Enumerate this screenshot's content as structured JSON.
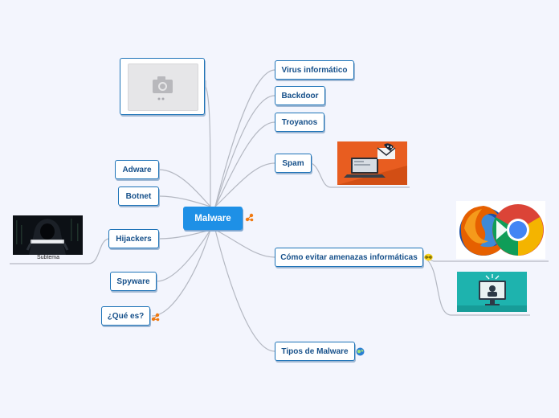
{
  "root": {
    "label": "Malware"
  },
  "branches": {
    "virus": "Virus informático",
    "backdoor": "Backdoor",
    "troyanos": "Troyanos",
    "spam": "Spam",
    "como_evitar": "Cómo evitar amenazas informáticas",
    "tipos": "Tipos de Malware",
    "adware": "Adware",
    "botnet": "Botnet",
    "hijackers": "Hijackers",
    "spyware": "Spyware",
    "que_es": "¿Qué es?"
  },
  "subtopic": {
    "label": "Subtema"
  },
  "colors": {
    "accent": "#1e90e6",
    "node_border": "#1f74b8",
    "node_text": "#16508a",
    "background": "#f3f5fd",
    "connector": "#b0b5bf"
  },
  "icons": [
    "placeholder-camera-icon",
    "share-icon",
    "link-icon",
    "globe-icon"
  ]
}
